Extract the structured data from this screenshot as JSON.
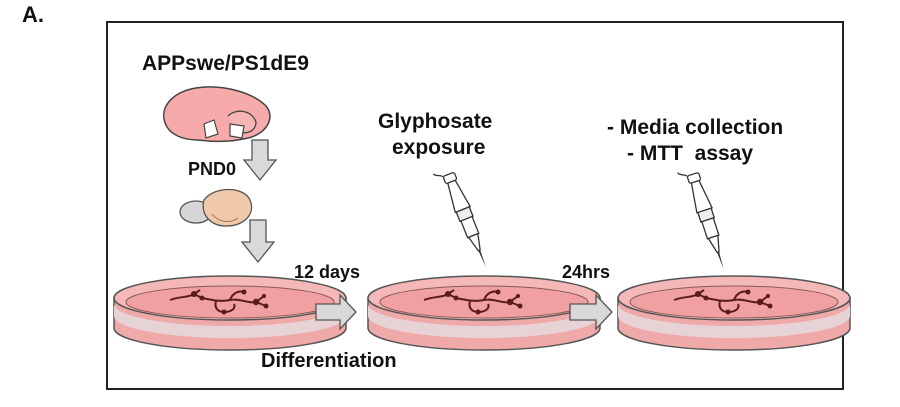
{
  "panel_label": "A.",
  "mouse_strain": "APPswe/PS1dE9",
  "age_label": "PND0",
  "interval_1": "12 days",
  "interval_2": "24hrs",
  "stage_label": "Differentiation",
  "treatment": {
    "line1": "Glyphosate",
    "line2": "exposure"
  },
  "readouts": [
    "- Media collection",
    "- MTT  assay"
  ],
  "colors": {
    "dish_fill": "#f0a9a9",
    "dish_band": "#e7d3d6",
    "pup": "#f6aaaa",
    "brain": "#efc9a9",
    "arrow_fill": "#d9d9d9",
    "neuron": "#5a1b1b",
    "border": "#222222"
  },
  "icons": [
    "pup-icon",
    "brain-icon",
    "pipette-icon",
    "neuron-culture-icon",
    "down-arrow-icon",
    "right-arrow-icon"
  ]
}
